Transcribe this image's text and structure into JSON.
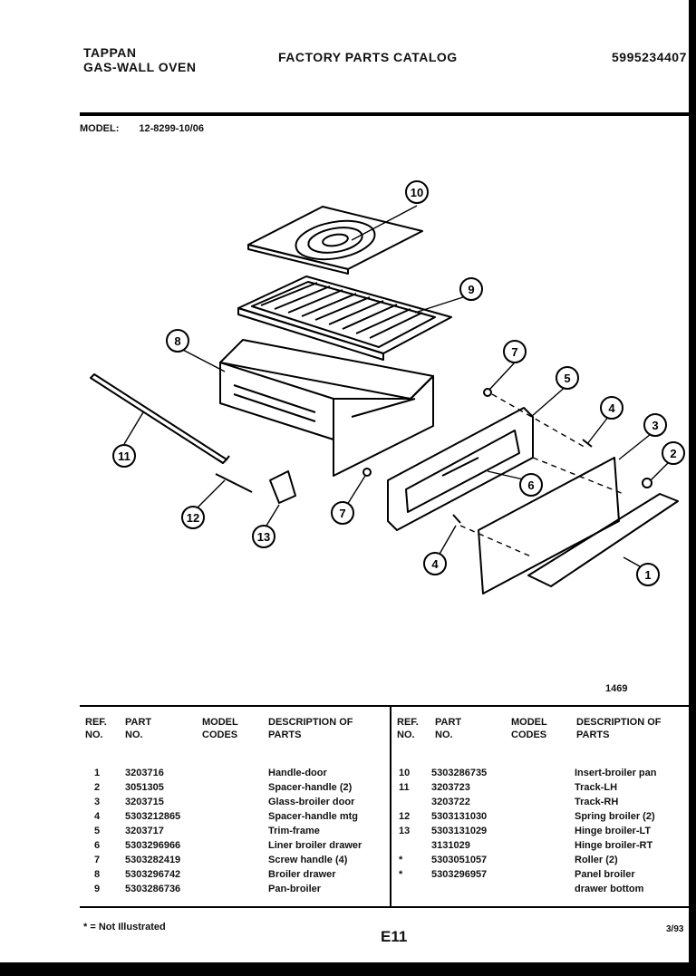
{
  "header": {
    "brand": "TAPPAN",
    "product": "GAS-WALL OVEN",
    "catalog_title": "FACTORY PARTS CATALOG",
    "catalog_number": "5995234407"
  },
  "model": {
    "label": "MODEL:",
    "value": "12-8299-10/06"
  },
  "diagram": {
    "figure_number": "1469",
    "callouts": [
      "1",
      "2",
      "3",
      "4",
      "4",
      "5",
      "6",
      "7",
      "7",
      "8",
      "9",
      "10",
      "11",
      "12",
      "13"
    ]
  },
  "table": {
    "headers": {
      "ref": "REF. NO.",
      "part": "PART NO.",
      "codes": "MODEL CODES",
      "desc": "DESCRIPTION OF PARTS"
    },
    "left_rows": [
      {
        "ref": "1",
        "part": "3203716",
        "desc": "Handle-door"
      },
      {
        "ref": "2",
        "part": "3051305",
        "desc": "Spacer-handle  (2)"
      },
      {
        "ref": "3",
        "part": "3203715",
        "desc": "Glass-broiler  door"
      },
      {
        "ref": "4",
        "part": "5303212865",
        "desc": "Spacer-handle  mtg"
      },
      {
        "ref": "5",
        "part": "3203717",
        "desc": "Trim-frame"
      },
      {
        "ref": "6",
        "part": "5303296966",
        "desc": "Liner  broiler  drawer"
      },
      {
        "ref": "7",
        "part": "5303282419",
        "desc": "Screw  handle  (4)"
      },
      {
        "ref": "8",
        "part": "5303296742",
        "desc": "Broiler  drawer"
      },
      {
        "ref": "9",
        "part": "5303286736",
        "desc": "Pan-broiler"
      }
    ],
    "right_rows": [
      {
        "ref": "10",
        "part": "5303286735",
        "desc": "Insert-broiler  pan"
      },
      {
        "ref": "11",
        "part": "3203723",
        "desc": "Track-LH"
      },
      {
        "ref": "",
        "part": "3203722",
        "desc": "Track-RH"
      },
      {
        "ref": "12",
        "part": "5303131030",
        "desc": "Spring  broiler  (2)"
      },
      {
        "ref": "13",
        "part": "5303131029",
        "desc": "Hinge  broiler-LT"
      },
      {
        "ref": "",
        "part": "3131029",
        "desc": "Hinge  broiler-RT"
      },
      {
        "ref": "*",
        "part": "5303051057",
        "desc": "Roller  (2)"
      },
      {
        "ref": "*",
        "part": "5303296957",
        "desc": "Panel  broiler"
      },
      {
        "ref": "",
        "part": "",
        "desc": "drawer  bottom"
      }
    ]
  },
  "footer": {
    "note": "* = Not Illustrated",
    "page": "E11",
    "date": "3/93"
  }
}
